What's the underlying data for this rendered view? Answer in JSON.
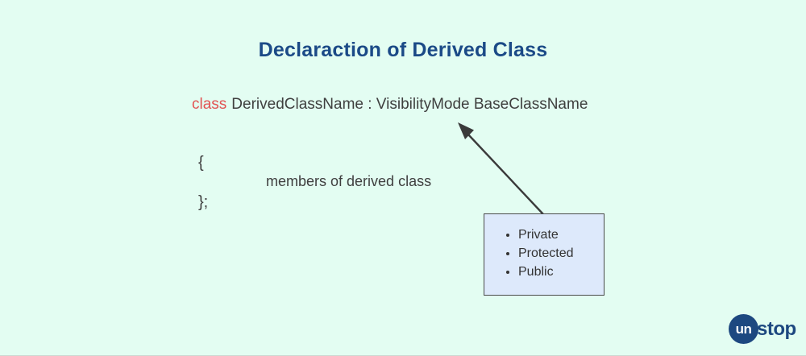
{
  "header": {
    "title": "Declaraction of Derived Class"
  },
  "code": {
    "keyword": "class",
    "declaration": "DerivedClassName : VisibilityMode BaseClassName",
    "open_brace": "{",
    "body": "members of derived class",
    "close_brace": "};"
  },
  "visibility_box": {
    "items": [
      "Private",
      "Protected",
      "Public"
    ]
  },
  "logo": {
    "circle_text": "un",
    "suffix": "stop"
  },
  "colors": {
    "background": "#e3fdf2",
    "title": "#1b4a87",
    "code_text": "#3f3f3f",
    "keyword_red": "#e25454",
    "box_fill": "#dde9fb",
    "box_border": "#4a4a4a",
    "arrow": "#3a3a3a",
    "logo_navy": "#1d4880"
  }
}
